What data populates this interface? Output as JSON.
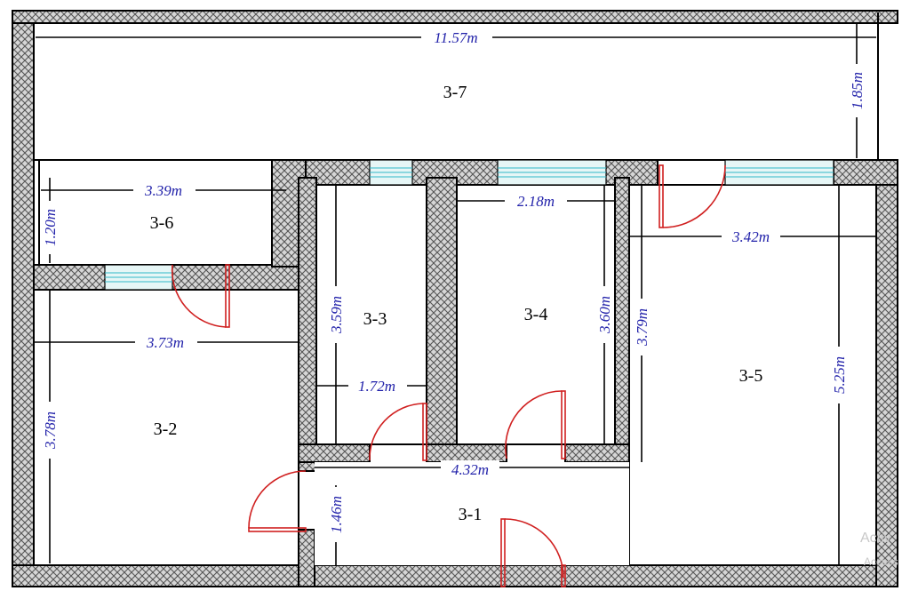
{
  "rooms": {
    "r31": "3-1",
    "r32": "3-2",
    "r33": "3-3",
    "r34": "3-4",
    "r35": "3-5",
    "r36": "3-6",
    "r37": "3-7"
  },
  "dimensions": {
    "d3_7_width": "11.57m",
    "d3_7_depth": "1.85m",
    "d3_6_width": "3.39m",
    "d3_6_depth": "1.20m",
    "d3_2_width": "3.73m",
    "d3_2_depth": "3.78m",
    "d3_3_depth": "3.59m",
    "d3_3_width": "1.72m",
    "d3_4_width": "2.18m",
    "d3_4_depth": "3.60m",
    "d3_5_outer": "3.79m",
    "d3_5_width": "3.42m",
    "d3_5_depth": "5.25m",
    "d3_1_width": "4.32m",
    "d3_1_depth": "1.46m"
  },
  "watermark": {
    "line1": "Activ",
    "line2": "Access"
  },
  "colors": {
    "wall_hatch": "#d0d0d0",
    "dimension_text": "#2222aa",
    "door_swing": "#d02020",
    "window_glass": "#30b8c8"
  }
}
